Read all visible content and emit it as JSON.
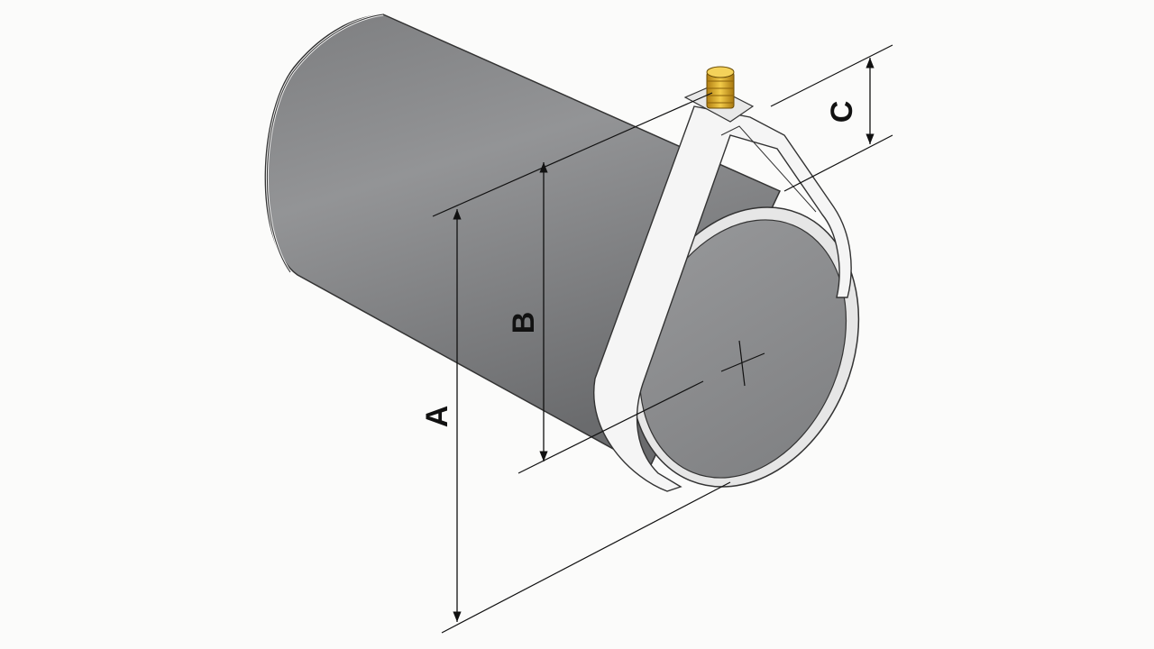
{
  "diagram": {
    "dimension_labels": {
      "a": "A",
      "b": "B",
      "c": "C"
    },
    "colors": {
      "pipe": "#8a8b8d",
      "pipe_shade": "#6f7072",
      "end_face": "#8e8f91",
      "strap": "#f4f4f4",
      "fitting": "#d9a520",
      "lines": "#111111"
    }
  }
}
